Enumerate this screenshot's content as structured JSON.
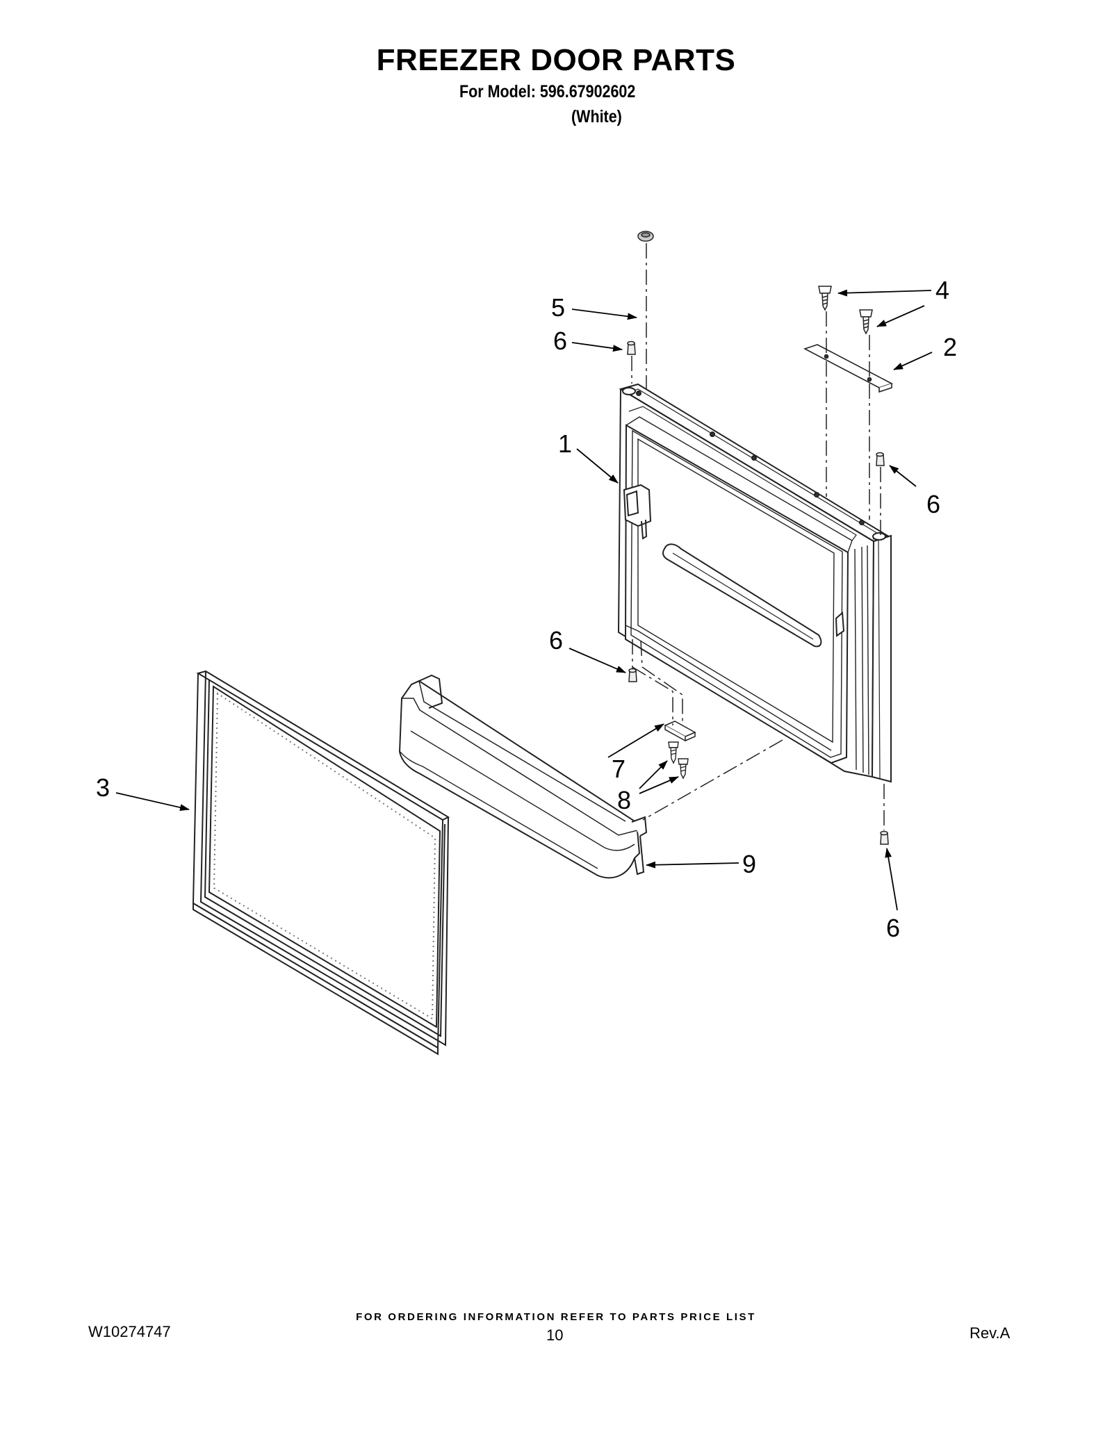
{
  "header": {
    "title": "FREEZER DOOR PARTS",
    "model_line": "For Model: 596.67902602",
    "color_line": "(White)"
  },
  "callouts": {
    "c1": "1",
    "c2": "2",
    "c3": "3",
    "c4": "4",
    "c5": "5",
    "c6a": "6",
    "c6b": "6",
    "c6c": "6",
    "c6d": "6",
    "c7": "7",
    "c8": "8",
    "c9": "9"
  },
  "footer": {
    "ordering_note": "FOR ORDERING INFORMATION REFER TO PARTS PRICE LIST",
    "document_id": "W10274747",
    "page_number": "10",
    "revision": "Rev.A"
  }
}
